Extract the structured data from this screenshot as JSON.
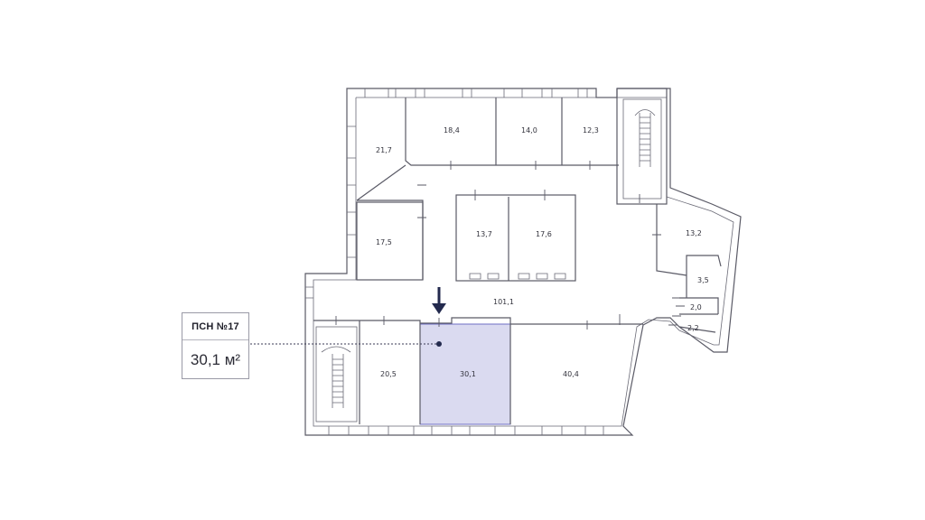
{
  "callout": {
    "unit_label": "ПСН №17",
    "area_value": "30,1 м²"
  },
  "colors": {
    "highlight_fill": "#dadaf0",
    "highlight_stroke": "#6e6ec4",
    "arrow": "#232a4e",
    "walls": "#5a5a66"
  },
  "rooms": [
    {
      "id": "r1",
      "area": "21,7"
    },
    {
      "id": "r2",
      "area": "18,4"
    },
    {
      "id": "r3",
      "area": "14,0"
    },
    {
      "id": "r4",
      "area": "12,3"
    },
    {
      "id": "r5",
      "area": "17,5"
    },
    {
      "id": "r6",
      "area": "13,7"
    },
    {
      "id": "r7",
      "area": "17,6"
    },
    {
      "id": "r8",
      "area": "13,2"
    },
    {
      "id": "r9",
      "area": "3,5"
    },
    {
      "id": "r10",
      "area": "2,0"
    },
    {
      "id": "r11",
      "area": "2,2"
    },
    {
      "id": "r12",
      "area": "101,1"
    },
    {
      "id": "r13",
      "area": "20,5"
    },
    {
      "id": "r14",
      "area": "30,1"
    },
    {
      "id": "r15",
      "area": "40,4"
    }
  ]
}
